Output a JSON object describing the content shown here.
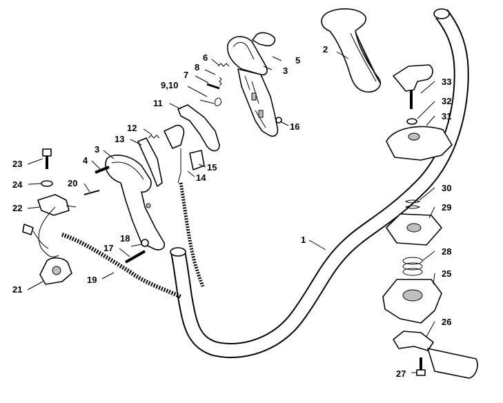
{
  "parts": {
    "p1": "1",
    "p2": "2",
    "p3a": "3",
    "p3b": "3",
    "p4": "4",
    "p5": "5",
    "p6": "6",
    "p7": "7",
    "p8": "8",
    "p910": "9,10",
    "p11": "11",
    "p12": "12",
    "p13": "13",
    "p14": "14",
    "p15": "15",
    "p16": "16",
    "p17": "17",
    "p18": "18",
    "p19": "19",
    "p20": "20",
    "p21": "21",
    "p22": "22",
    "p23": "23",
    "p24": "24",
    "p25": "25",
    "p26": "26",
    "p27": "27",
    "p28": "28",
    "p29": "29",
    "p30": "30",
    "p31": "31",
    "p32": "32",
    "p33": "33"
  },
  "colors": {
    "line": "#000000",
    "shade": "#bfbfbf",
    "background": "#ffffff"
  }
}
